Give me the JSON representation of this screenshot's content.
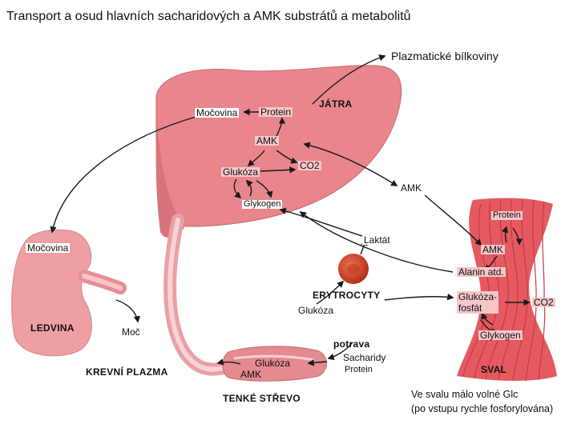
{
  "title": "Transport a osud hlavních sacharidových a AMK substrátů a metabolitů",
  "liver": {
    "label": "JÁTRA",
    "protein": "Protein",
    "mocovina": "Močovina",
    "amk": "AMK",
    "glukoza": "Glukóza",
    "co2": "CO2",
    "glykogen": "Glykogen"
  },
  "plazmaticke_bilkoviny": "Plazmatické bílkoviny",
  "amk_blood": "AMK",
  "kidney": {
    "mocovina": "Močovina",
    "label": "LEDVINA",
    "moc": "Moč"
  },
  "erythrocytes": {
    "laktat": "Laktát",
    "label": "ERYTROCYTY",
    "glukoza": "Glukóza"
  },
  "plasma_label": "KREVNÍ PLAZMA",
  "intestine": {
    "potrava": "potrava",
    "sacharidy": "Sacharidy",
    "protein": "Protein",
    "glukoza": "Glukóza",
    "amk": "AMK",
    "label": "TENKÉ STŘEVO"
  },
  "muscle": {
    "protein": "Protein",
    "amk": "AMK",
    "alanin": "Alanin atd.",
    "glukozafosfat_line1": "Glukóza-",
    "glukozafosfat_line2": "fosfát",
    "co2": "CO2",
    "glykogen": "Glykogen",
    "label": "SVAL"
  },
  "note": {
    "line1": "Ve svalu málo volné Glc",
    "line2": "(po vstupu rychle fosforylována)"
  },
  "colors": {
    "liver": "#e8868c",
    "liver_light": "#f3b0b4",
    "kidney": "#ee9fa3",
    "muscle": "#e55a60",
    "muscle_stripe": "#c63a42",
    "rbc": "#d0401f",
    "arrow": "#1a1a1a"
  }
}
